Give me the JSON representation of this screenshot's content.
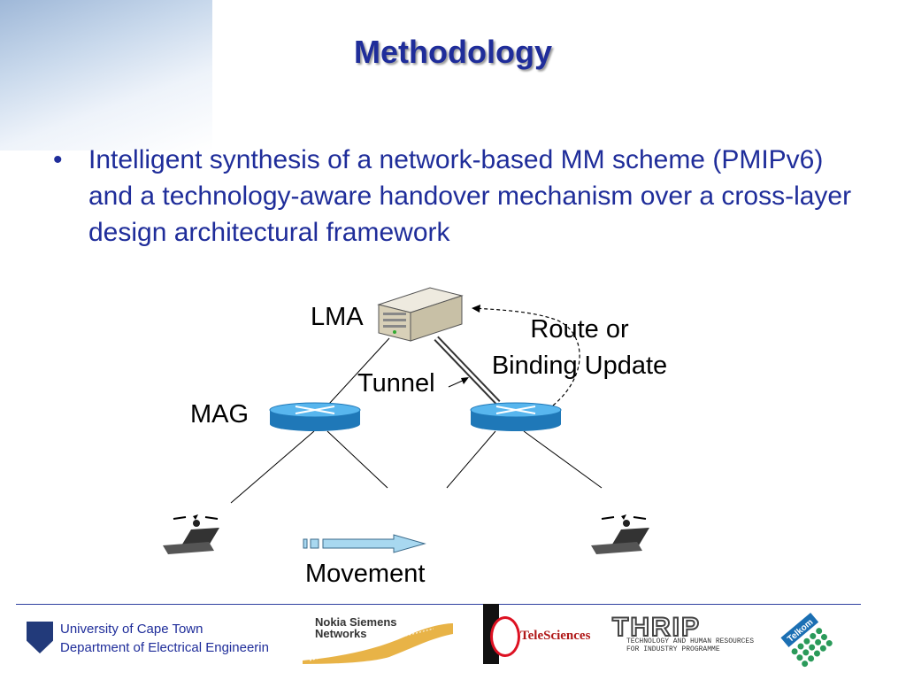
{
  "slide": {
    "title": "Methodology",
    "bullet": "Intelligent synthesis of a network-based MM scheme (PMIPv6) and a technology-aware handover mechanism over a cross-layer design architectural framework"
  },
  "diagram": {
    "lma_label": "LMA",
    "mag_label": "MAG",
    "tunnel_label": "Tunnel",
    "route_label_line1": "Route or",
    "route_label_line2": "Binding Update",
    "movement_label": "Movement",
    "icons": [
      "server-icon",
      "router-icon",
      "laptop-icon",
      "arrow-icon"
    ]
  },
  "footer": {
    "uct_line1": "University of Cape Town",
    "uct_line2": "Department of Electrical Engineerin",
    "nsn_line1": "Nokia Siemens",
    "nsn_line2": "Networks",
    "teles": "TeleSciences",
    "thrip_big": "THRIP",
    "thrip_line1": "TECHNOLOGY AND HUMAN RESOURCES",
    "thrip_line2": "FOR INDUSTRY PROGRAMME",
    "telkom": "Telkom"
  },
  "colors": {
    "title": "#1f2d9a",
    "router": "#2c8fd0",
    "arrow": "#a8d8f0"
  }
}
